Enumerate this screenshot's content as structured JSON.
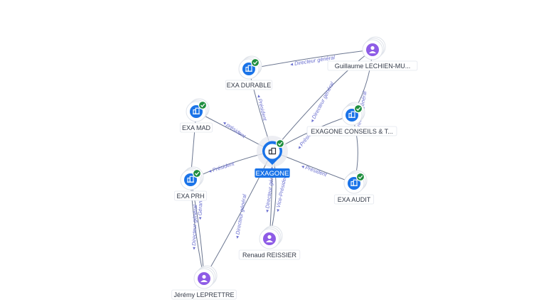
{
  "colors": {
    "company": "#1a73e8",
    "person": "#8e5ce6",
    "check": "#1e8e3e",
    "edge": "#6b7690",
    "edge_label": "#6a6fd0",
    "ring": "#dfe3ea"
  },
  "icons": {
    "company": "building-icon",
    "person": "person-icon",
    "verified": "check-badge-icon"
  },
  "nodes": [
    {
      "id": "exagone",
      "label": "EXAGONE",
      "type": "company",
      "center": true,
      "verified": true
    },
    {
      "id": "exa_durable",
      "label": "EXA DURABLE",
      "type": "company",
      "verified": true
    },
    {
      "id": "exa_mad",
      "label": "EXA MAD",
      "type": "company",
      "verified": true
    },
    {
      "id": "exa_prh",
      "label": "EXA PRH",
      "type": "company",
      "verified": true
    },
    {
      "id": "exagone_conseils",
      "label": "EXAGONE CONSEILS & T...",
      "type": "company",
      "verified": true
    },
    {
      "id": "exa_audit",
      "label": "EXA AUDIT",
      "type": "company",
      "verified": true
    },
    {
      "id": "guillaume",
      "label": "Guillaume LECHIEN-MU...",
      "type": "person",
      "verified": false
    },
    {
      "id": "renaud",
      "label": "Renaud REISSIER",
      "type": "person",
      "verified": false
    },
    {
      "id": "jeremy",
      "label": "Jérémy LEPRETTRE",
      "type": "person",
      "verified": false
    }
  ],
  "edges": [
    {
      "from": "guillaume",
      "to": "exa_durable",
      "label": "Directeur général"
    },
    {
      "from": "guillaume",
      "to": "exagone",
      "label": "Directeur général"
    },
    {
      "from": "guillaume",
      "to": "exagone_conseils",
      "label": ""
    },
    {
      "from": "exagone",
      "to": "exa_durable",
      "label": "Président"
    },
    {
      "from": "exagone",
      "to": "exa_mad",
      "label": "président"
    },
    {
      "from": "exagone",
      "to": "exa_prh",
      "label": "Président"
    },
    {
      "from": "exagone",
      "to": "exa_audit",
      "label": "Président"
    },
    {
      "from": "exagone",
      "to": "exagone_conseils",
      "label": "Président"
    },
    {
      "from": "exagone_conseils",
      "to": "exa_audit",
      "label": "Directeur général"
    },
    {
      "from": "exa_mad",
      "to": "exa_prh",
      "label": ""
    },
    {
      "from": "renaud",
      "to": "exagone",
      "label": "Directeur général"
    },
    {
      "from": "renaud",
      "to": "exagone",
      "label": "Vice-Président"
    },
    {
      "from": "jeremy",
      "to": "exagone",
      "label": "Directeur général"
    },
    {
      "from": "jeremy",
      "to": "exa_prh",
      "label": "Directeur général"
    },
    {
      "from": "jeremy",
      "to": "exa_prh",
      "label": "Gérant"
    }
  ]
}
